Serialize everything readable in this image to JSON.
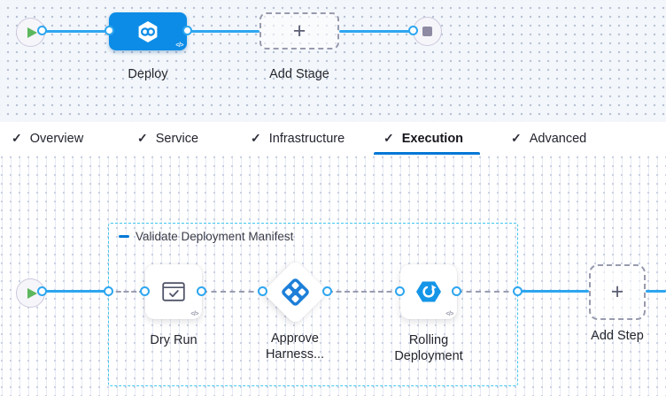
{
  "stage_canvas": {
    "deploy_stage": {
      "label": "Deploy",
      "code_badge": "</>"
    },
    "add_stage": {
      "label": "Add Stage",
      "plus": "+"
    }
  },
  "tab_bar": {
    "tabs": [
      {
        "label": "Overview",
        "check": "✓"
      },
      {
        "label": "Service",
        "check": "✓"
      },
      {
        "label": "Infrastructure",
        "check": "✓"
      },
      {
        "label": "Execution",
        "check": "✓",
        "active": true
      },
      {
        "label": "Advanced",
        "check": "✓"
      }
    ]
  },
  "execution_canvas": {
    "step_group": {
      "label": "Validate Deployment Manifest"
    },
    "steps": [
      {
        "label": "Dry Run",
        "icon": "dry-run-check-window-icon",
        "code_badge": "</>"
      },
      {
        "label": "Approve Harness...",
        "icon": "harness-approval-diamond-icon"
      },
      {
        "label": "Rolling Deployment",
        "icon": "rolling-deployment-hexagon-icon",
        "code_badge": "</>"
      }
    ],
    "add_step": {
      "label": "Add Step",
      "plus": "+"
    }
  },
  "colors": {
    "accent_blue": "#0278d5",
    "node_blue": "#0c8ce6",
    "connector_blue": "#2ea6f0",
    "group_border_cyan": "#41c7ee",
    "play_green": "#5db75e",
    "stop_gray": "#8e8aa3"
  }
}
